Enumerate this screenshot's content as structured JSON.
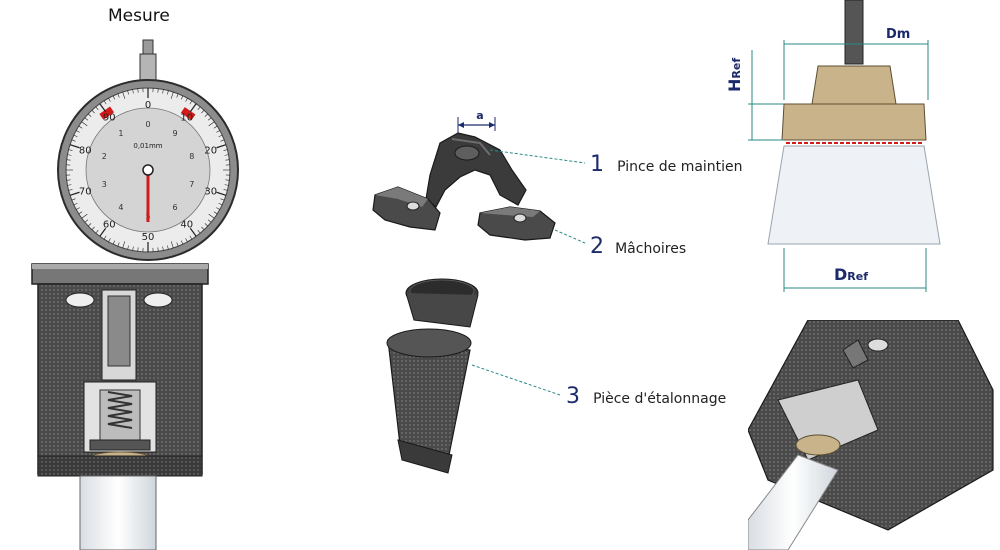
{
  "title": "Mesure",
  "dial": {
    "outer_numbers": [
      "0",
      "10",
      "20",
      "30",
      "40",
      "50",
      "60",
      "70",
      "80",
      "90"
    ],
    "inner_numbers": [
      "0",
      "1",
      "2",
      "3",
      "4",
      "5",
      "6",
      "7",
      "8",
      "9"
    ],
    "top_value": "0",
    "unit_text": "0,01mm",
    "needle_color": "#d11a1a",
    "accent_color": "#d11a1a"
  },
  "parts": [
    {
      "number": "1",
      "label": "Pince de maintien"
    },
    {
      "number": "2",
      "label": "Mâchoires"
    },
    {
      "number": "3",
      "label": "Pièce d'étalonnage"
    }
  ],
  "dimension_a": "a",
  "dimensions": {
    "dm": "Dm",
    "href_main": "H",
    "href_sub": "Ref",
    "dref_main": "D",
    "dref_sub": "Ref"
  },
  "colors": {
    "leader": "#2a8a86",
    "label_blue": "#1b2a6b",
    "metal_dark": "#3a3a3a",
    "metal_mid": "#6b6b6b",
    "metal_light": "#c8c8c8",
    "brass": "#c9b38a",
    "glass": "#eef2f6"
  }
}
